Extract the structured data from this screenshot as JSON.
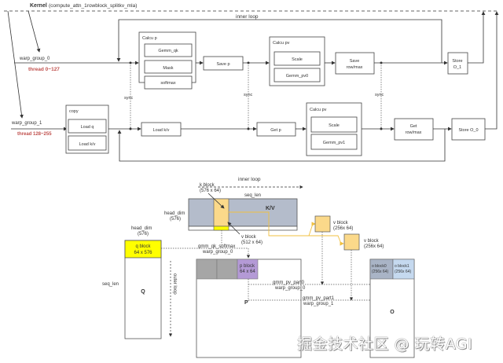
{
  "kernel": {
    "label": "Kernel",
    "name": "(compute_attn_1rowblock_splitkv_mla)"
  },
  "top_flow": {
    "inner_loop": "inner loop",
    "warp_group_0": "warp_group_0",
    "thread_0": "thread 0~127",
    "warp_group_1": "warp_group_1",
    "thread_1": "thread 128~255",
    "sync": "sync",
    "calcu_p": {
      "title": "Calcu p",
      "items": [
        "Gemm_qk",
        "Mask",
        "softmax"
      ]
    },
    "save_p": "Save p",
    "calcu_pv0": {
      "title": "Calcu pv",
      "items": [
        "Scale",
        "Gemm_pv0"
      ]
    },
    "save_rowmax": [
      "Save",
      "row/max"
    ],
    "store_o1": [
      "Store",
      "O_1"
    ],
    "copy": {
      "title": "copy",
      "items": [
        "Load q",
        "Load k/v"
      ]
    },
    "load_kv": "Load k/v",
    "get_p": "Get p",
    "calcu_pv1": {
      "title": "Calcu pv",
      "items": [
        "Scale",
        "Gemm_pv1"
      ]
    },
    "get_rowmax": [
      "Get",
      "row/max"
    ],
    "store_o0": "Store O_0"
  },
  "bottom": {
    "inner_loop": "inner loop",
    "k_block": [
      "k block",
      "(576 x 64)"
    ],
    "seq_len_top": "seq_len",
    "kv_label": "K/V",
    "head_dim_kv": [
      "head_dim",
      "(576)"
    ],
    "v_block_512": [
      "v block",
      "(512 x 64)"
    ],
    "head_dim_q": [
      "head_dim",
      "(576)"
    ],
    "q_block": [
      "q block",
      "64 x 576"
    ],
    "seq_len_q": "seq_len",
    "q_label": "Q",
    "outer_loop": "outer loop",
    "gmm_qk": [
      "gmm_qk_softmax",
      "warp_group_0"
    ],
    "p_block": [
      "p block",
      "64 x 64"
    ],
    "p_label": "P",
    "v_block_a": [
      "v block",
      "(256x 64)"
    ],
    "v_block_b": [
      "v block",
      "(256x 64)"
    ],
    "o_block0": [
      "o block0",
      "(256x 64)"
    ],
    "o_block1": [
      "o block1",
      "(256x 64)"
    ],
    "gmm_pv0": [
      "gmm_pv_part0",
      "warp_group_0"
    ],
    "gmm_pv1": [
      "gmm_pv_part1",
      "warp_group_1"
    ],
    "o_label": "O"
  },
  "watermark": "掘金技术社区 @ 玩转AGI",
  "colors": {
    "thread": "#c0504d",
    "kv": "#b4bccb",
    "kblock": "#fbd98a",
    "yellow": "#ffff00",
    "pblock": "#b49ad6",
    "grey": "#a6a6a6",
    "o0": "#a9b4c6",
    "o1": "#c5d9ef"
  }
}
